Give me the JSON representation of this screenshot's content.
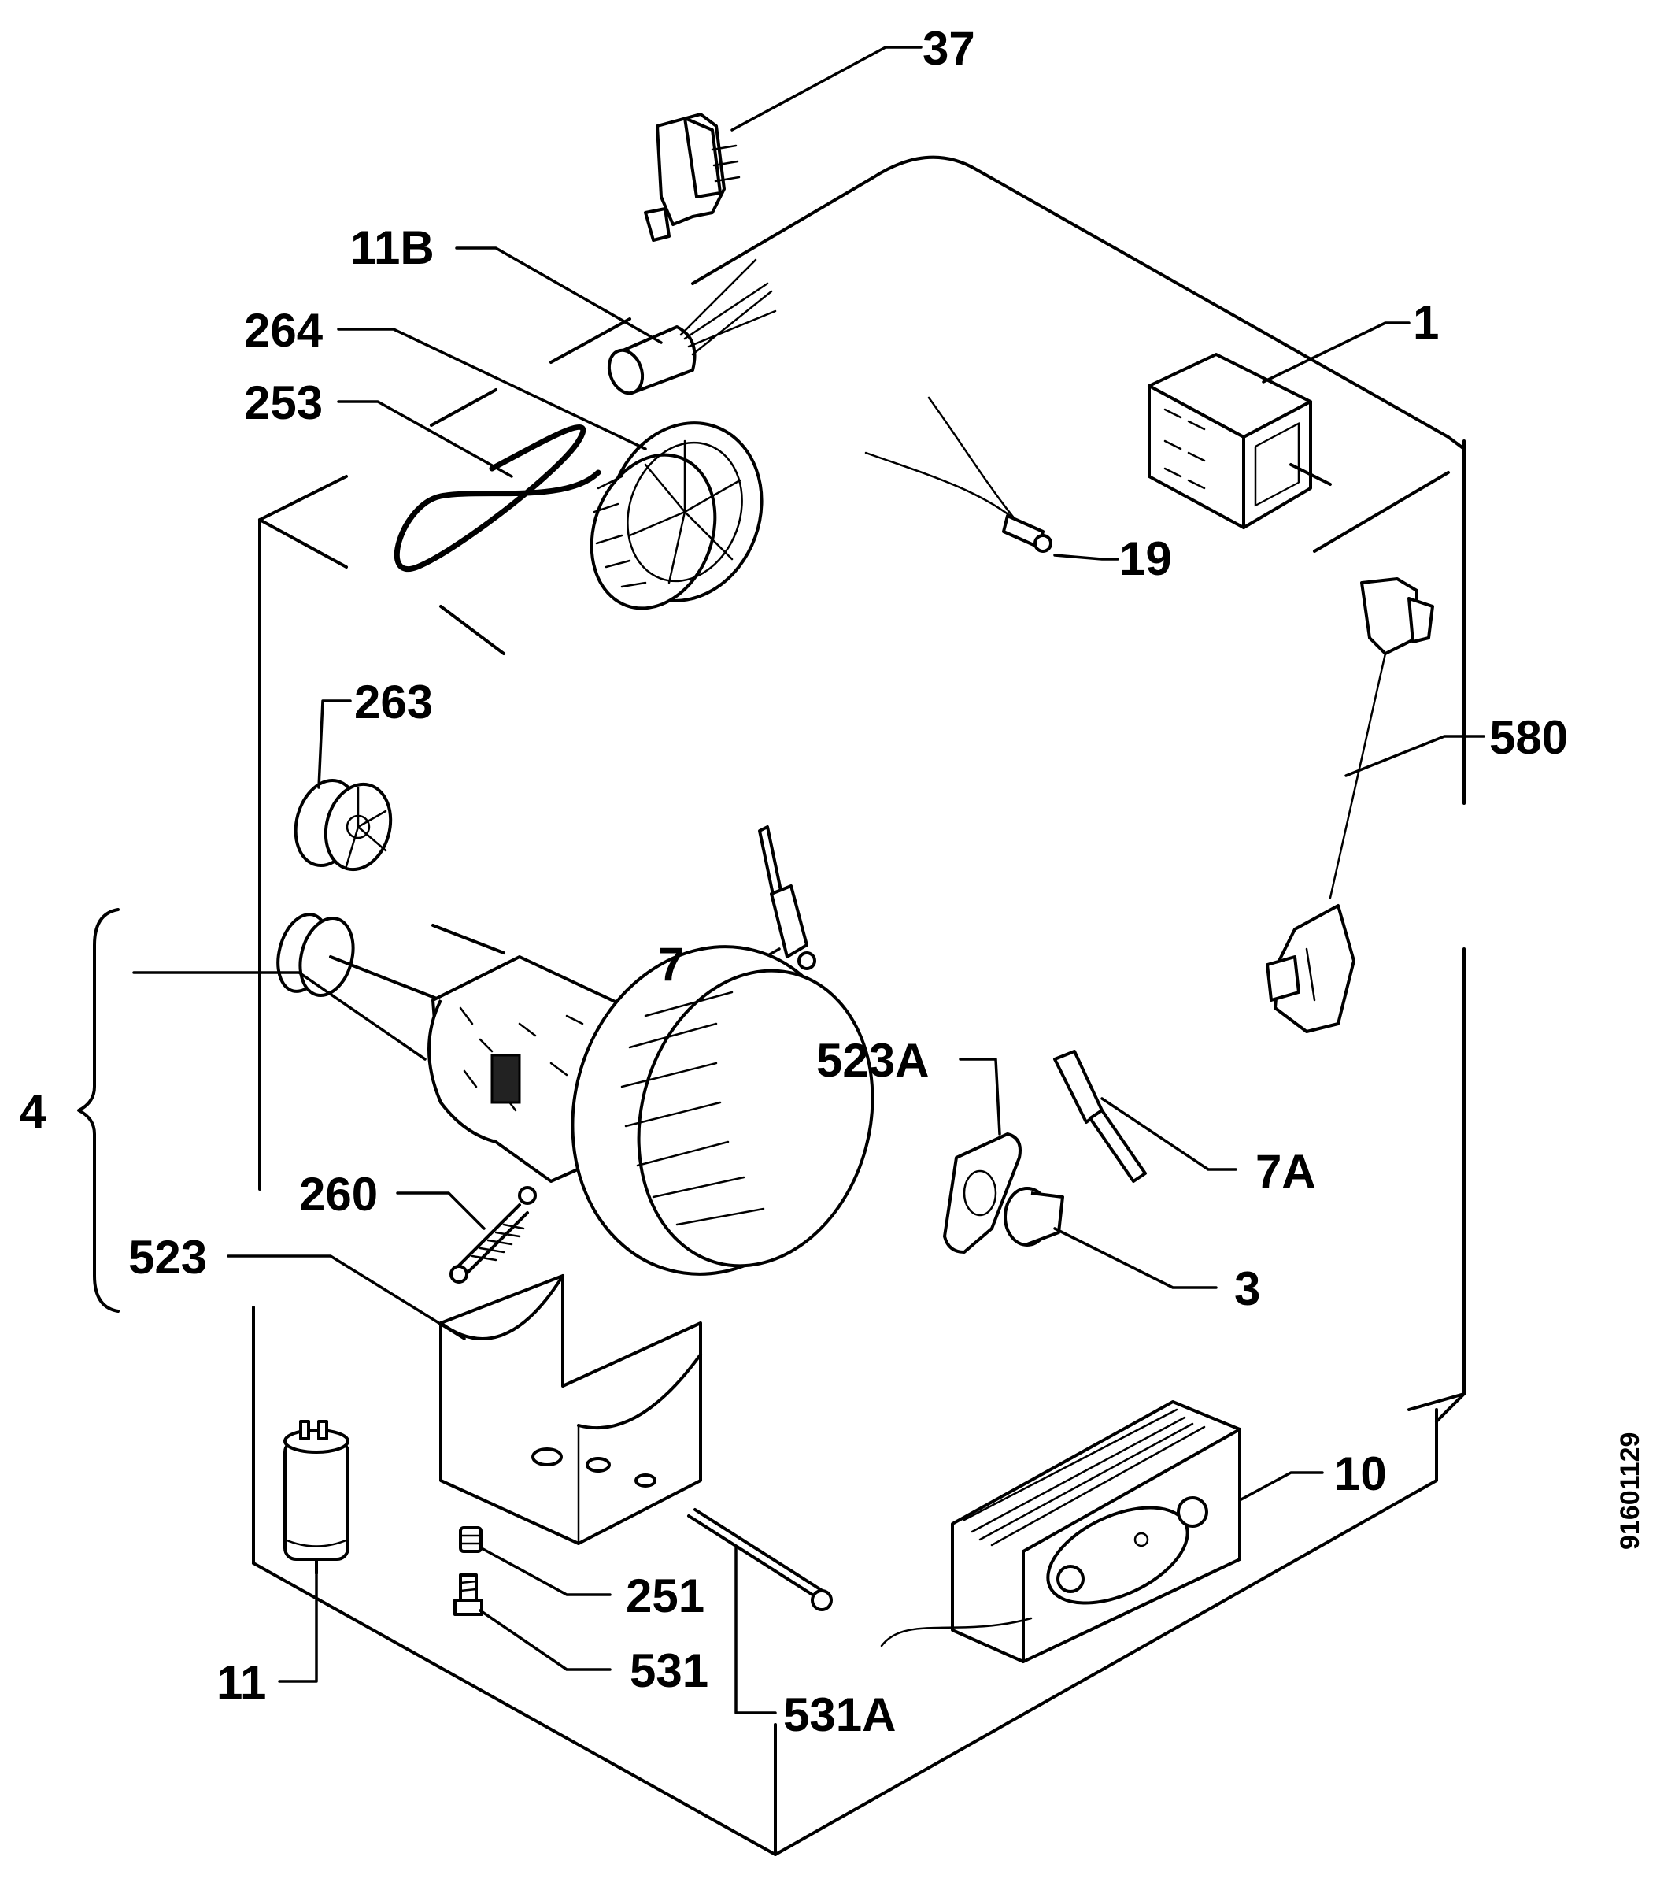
{
  "diagram": {
    "labels": {
      "p37": "37",
      "p11B": "11B",
      "p264": "264",
      "p253": "253",
      "p1": "1",
      "p19": "19",
      "p580": "580",
      "p263": "263",
      "p7": "7",
      "p4": "4",
      "p523A": "523A",
      "p7A": "7A",
      "p260": "260",
      "p523": "523",
      "p3": "3",
      "p10": "10",
      "p251": "251",
      "p11": "11",
      "p531": "531",
      "p531A": "531A"
    },
    "drawing_code": "91601129"
  }
}
